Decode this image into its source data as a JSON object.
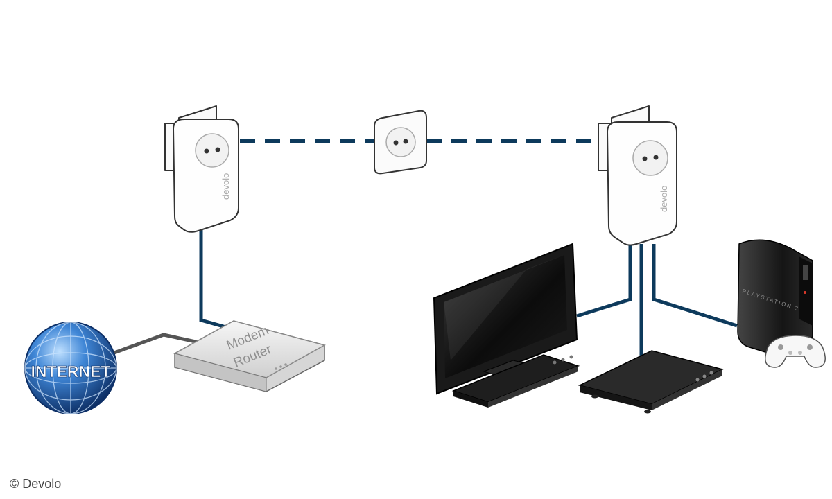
{
  "labels": {
    "internet": "INTERNET",
    "modem": "Modem",
    "router": "Router",
    "brand": "devolo",
    "console_brand": "PLAYSTATION 3",
    "copyright": "© Devolo"
  },
  "colors": {
    "cable": "#0d3a5c",
    "dsl_cable": "#555555",
    "globe": "#1f5fb0"
  }
}
